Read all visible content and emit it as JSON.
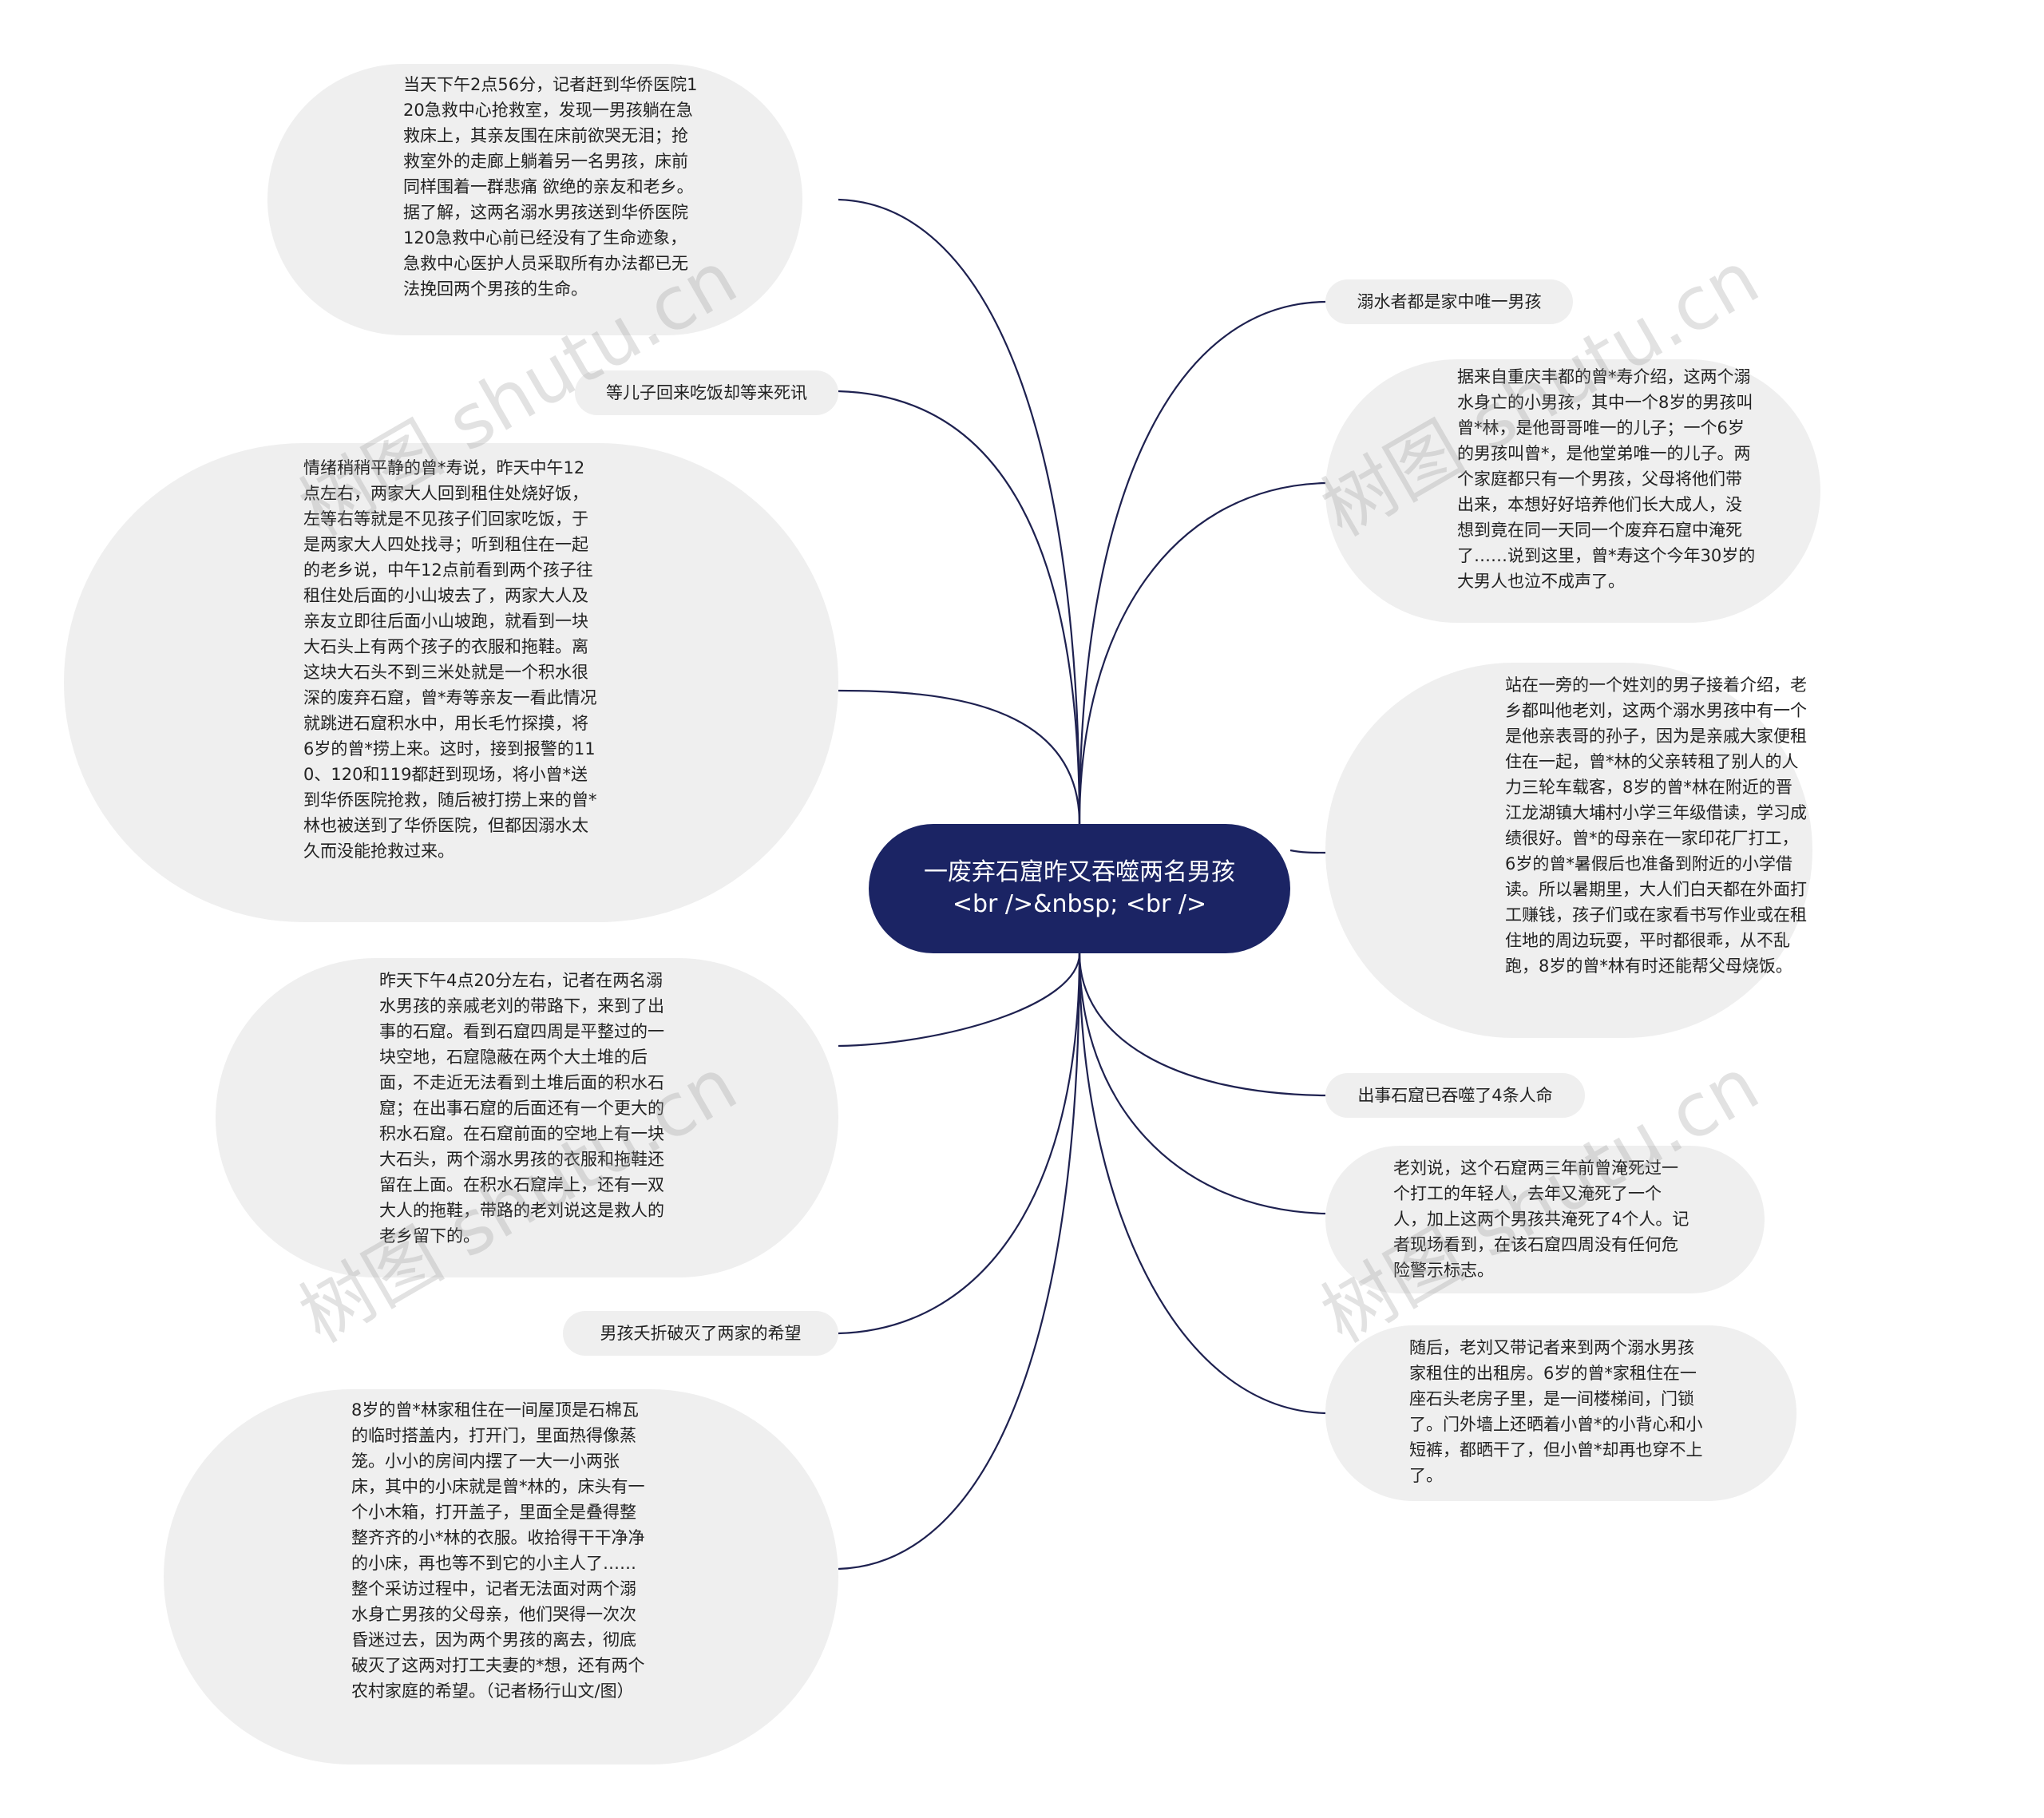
{
  "center": {
    "text": "一废弃石窟昨又吞噬两名男孩<br />&nbsp; <br />"
  },
  "left": [
    {
      "text": "当天下午2点56分，记者赶到华侨医院120急救中心抢救室，发现一男孩躺在急救床上，其亲友围在床前欲哭无泪；抢救室外的走廊上躺着另一名男孩，床前同样围着一群悲痛 欲绝的亲友和老乡。据了解，这两名溺水男孩送到华侨医院120急救中心前已经没有了生命迹象，急救中心医护人员采取所有办法都已无法挽回两个男孩的生命。"
    },
    {
      "text": "等儿子回来吃饭却等来死讯"
    },
    {
      "text": "情绪稍稍平静的曾*寿说，昨天中午12点左右，两家大人回到租住处烧好饭，左等右等就是不见孩子们回家吃饭，于是两家大人四处找寻；听到租住在一起的老乡说，中午12点前看到两个孩子往租住处后面的小山坡去了，两家大人及亲友立即往后面小山坡跑，就看到一块大石头上有两个孩子的衣服和拖鞋。离这块大石头不到三米处就是一个积水很深的废弃石窟，曾*寿等亲友一看此情况就跳进石窟积水中，用长毛竹探摸，将6岁的曾*捞上来。这时，接到报警的110、120和119都赶到现场，将小曾*送到华侨医院抢救，随后被打捞上来的曾*林也被送到了华侨医院，但都因溺水太久而没能抢救过来。"
    },
    {
      "text": "昨天下午4点20分左右，记者在两名溺水男孩的亲戚老刘的带路下，来到了出事的石窟。看到石窟四周是平整过的一块空地，石窟隐蔽在两个大土堆的后面，不走近无法看到土堆后面的积水石窟；在出事石窟的后面还有一个更大的积水石窟。在石窟前面的空地上有一块大石头，两个溺水男孩的衣服和拖鞋还留在上面。在积水石窟岸上，还有一双大人的拖鞋，带路的老刘说这是救人的老乡留下的。"
    },
    {
      "text": "男孩夭折破灭了两家的希望"
    },
    {
      "text": "8岁的曾*林家租住在一间屋顶是石棉瓦的临时搭盖内，打开门，里面热得像蒸笼。小小的房间内摆了一大一小两张床，其中的小床就是曾*林的，床头有一个小木箱，打开盖子，里面全是叠得整整齐齐的小*林的衣服。收拾得干干净净的小床，再也等不到它的小主人了……整个采访过程中，记者无法面对两个溺水身亡男孩的父母亲，他们哭得一次次昏迷过去，因为两个男孩的离去，彻底破灭了这两对打工夫妻的*想，还有两个农村家庭的希望。（记者杨行山文/图）"
    }
  ],
  "right": [
    {
      "text": "溺水者都是家中唯一男孩"
    },
    {
      "text": "据来自重庆丰都的曾*寿介绍，这两个溺水身亡的小男孩，其中一个8岁的男孩叫曾*林，是他哥哥唯一的儿子；一个6岁的男孩叫曾*，是他堂弟唯一的儿子。两个家庭都只有一个男孩，父母将他们带出来，本想好好培养他们长大成人，没想到竟在同一天同一个废弃石窟中淹死了……说到这里，曾*寿这个今年30岁的大男人也泣不成声了。"
    },
    {
      "text": "站在一旁的一个姓刘的男子接着介绍，老乡都叫他老刘，这两个溺水男孩中有一个是他亲表哥的孙子，因为是亲戚大家便租住在一起，曾*林的父亲转租了别人的人力三轮车载客，8岁的曾*林在附近的晋江龙湖镇大埔村小学三年级借读，学习成绩很好。曾*的母亲在一家印花厂打工，6岁的曾*暑假后也准备到附近的小学借读。所以暑期里，大人们白天都在外面打工赚钱，孩子们或在家看书写作业或在租住地的周边玩耍，平时都很乖，从不乱跑，8岁的曾*林有时还能帮父母烧饭。"
    },
    {
      "text": "出事石窟已吞噬了4条人命"
    },
    {
      "text": "老刘说，这个石窟两三年前曾淹死过一个打工的年轻人，去年又淹死了一个人，加上这两个男孩共淹死了4个人。记者现场看到，在该石窟四周没有任何危险警示标志。"
    },
    {
      "text": "随后，老刘又带记者来到两个溺水男孩家租住的出租房。6岁的曾*家租住在一座石头老房子里，是一间楼梯间，门锁了。门外墙上还晒着小曾*的小背心和小短裤，都晒干了，但小曾*却再也穿不上了。"
    }
  ],
  "watermark": "树图 shutu.cn"
}
